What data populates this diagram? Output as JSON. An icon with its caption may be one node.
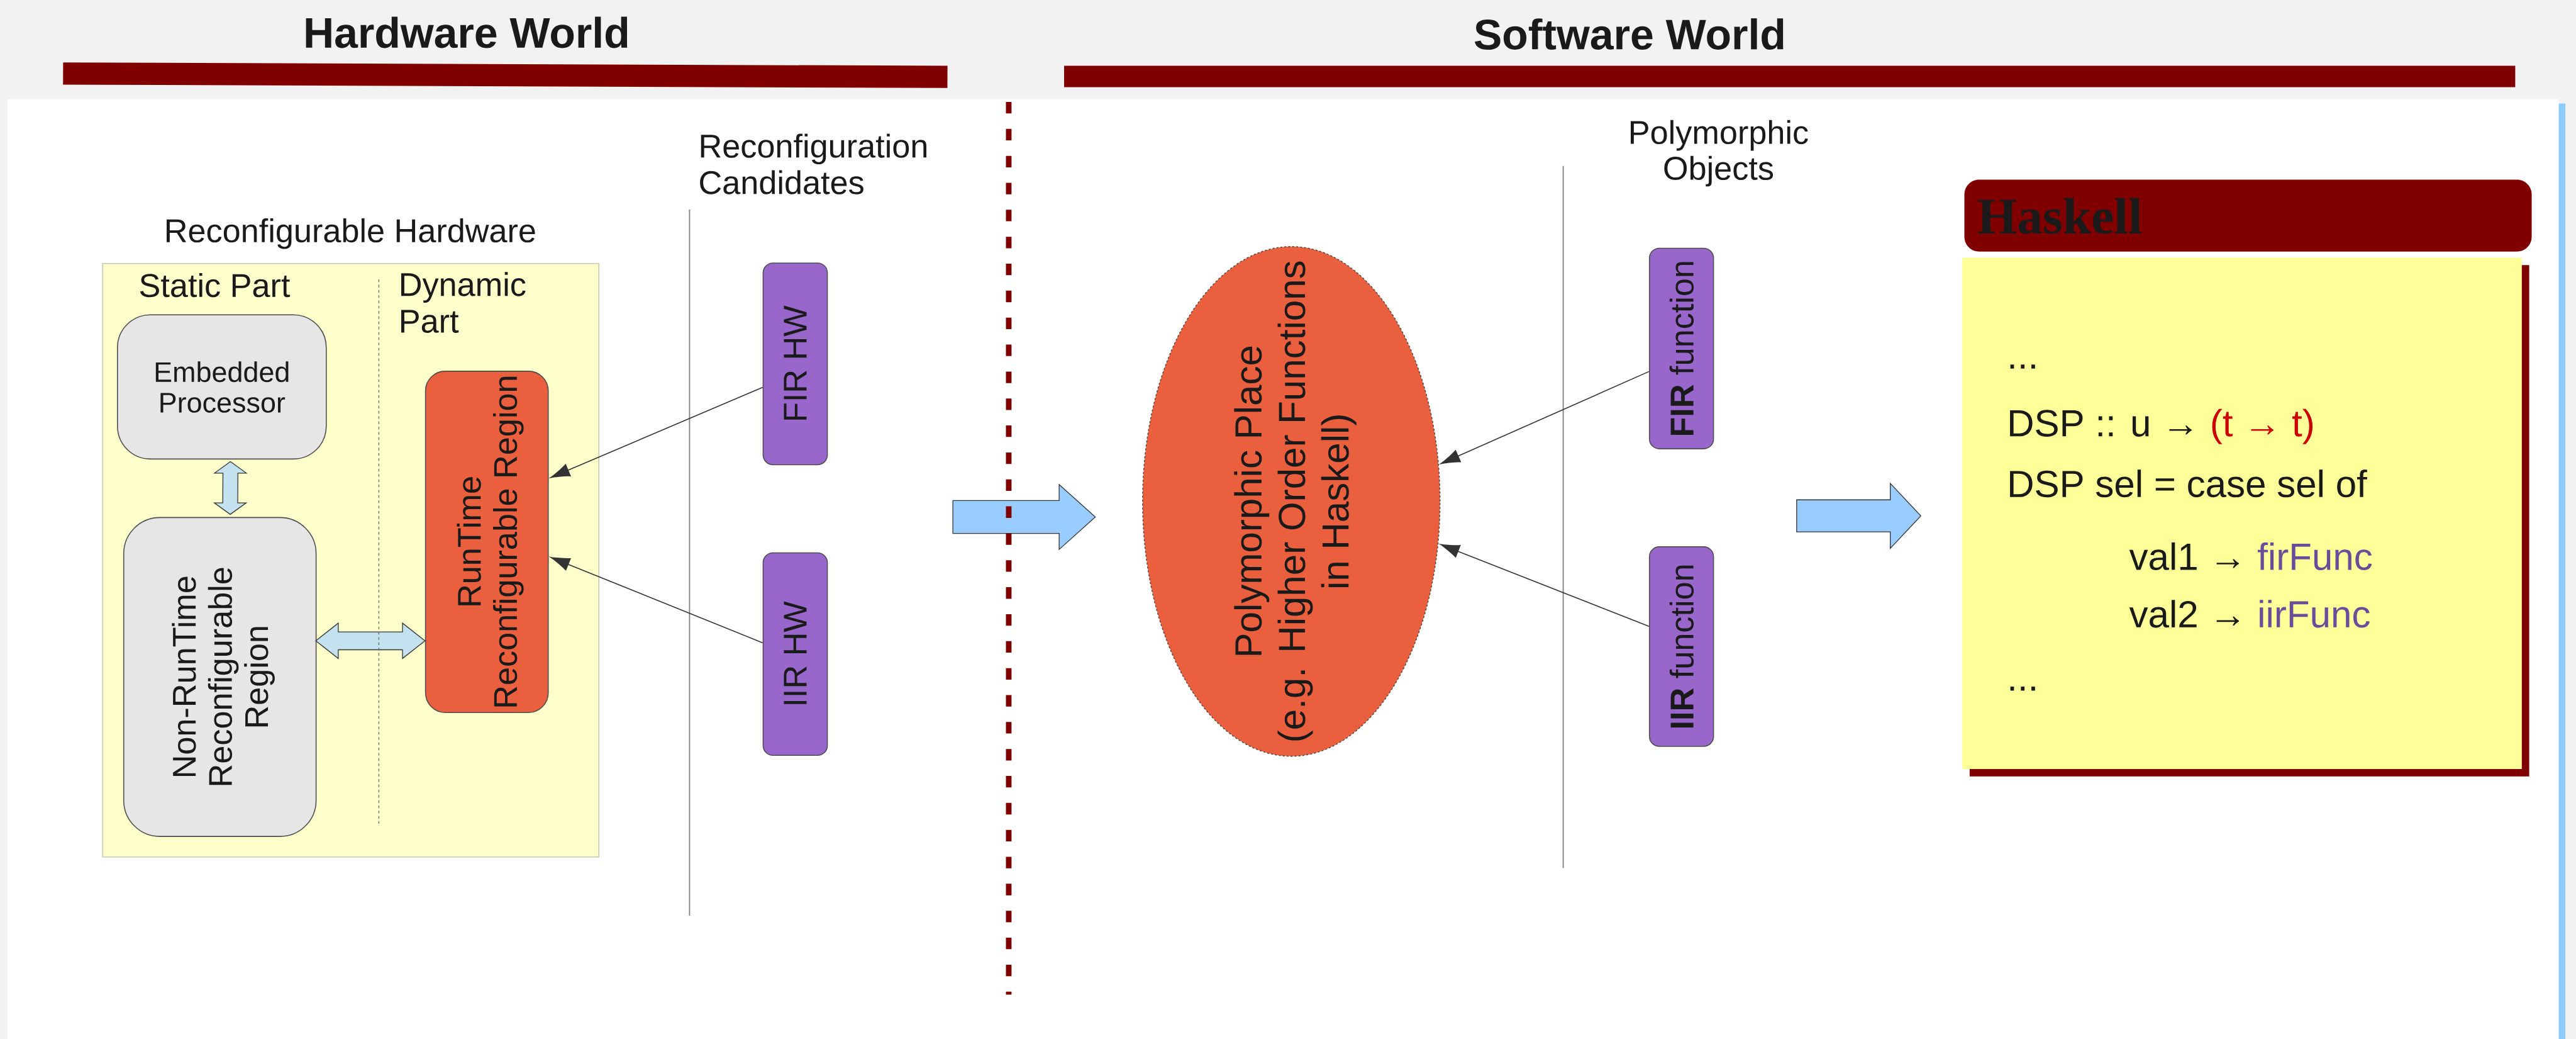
{
  "diagram": {
    "nodes": [
      {
        "text": [
          "Reconfigurable Hardware",
          "Static Part",
          "Dynamic Part"
        ]
      },
      {
        "text": [
          "Embedded Processor"
        ],
        "in": 0
      },
      {
        "text": [
          "Non-RunTime Reconfigurable Region"
        ],
        "in": 0
      },
      {
        "text": [
          "RunTime Reconfigurable Region"
        ],
        "in": 0
      },
      {
        "text": [
          "FIR HW"
        ]
      },
      {
        "text": [
          "IIR HW"
        ]
      },
      {
        "text": [
          "Polymorphic Place",
          "(e.g. Higher Order Functions in Haskell)"
        ]
      },
      {
        "text": [
          "**FIR** function"
        ]
      },
      {
        "text": [
          "**IIR** function"
        ]
      },
      {
        "text": [
          "Haskell"
        ]
      },
      {
        "text": [
          "...",
          "DSP :: u →",
          "(t → t)",
          "DSP sel = case sel of",
          "val1 →",
          "firFunc",
          "val2 →",
          "iirFunc",
          "..."
        ]
      }
    ],
    "edges": [
      {
        "from": 1,
        "to": 2,
        "arrow": "both",
        "style": "thick",
        "color": "#c4e1ef"
      },
      {
        "from": 2,
        "to": 3,
        "arrow": "both",
        "style": "thick",
        "color": "#c4e1ef"
      },
      {
        "from": 4,
        "to": 3,
        "arrow": "to"
      },
      {
        "from": 5,
        "to": 3,
        "arrow": "to"
      },
      {
        "from": 7,
        "to": 6,
        "arrow": "to"
      },
      {
        "from": 8,
        "to": 6,
        "arrow": "to"
      },
      {
        "from": null,
        "to": 6,
        "arrow": "to",
        "style": "thick",
        "color": "#99ccff"
      },
      {
        "from": null,
        "to": 10,
        "arrow": "to",
        "style": "thick",
        "color": "#99ccff"
      }
    ],
    "labels": [
      "Hardware World",
      "Software World",
      "Reconfiguration Candidates",
      "Polymorphic Objects"
    ]
  }
}
